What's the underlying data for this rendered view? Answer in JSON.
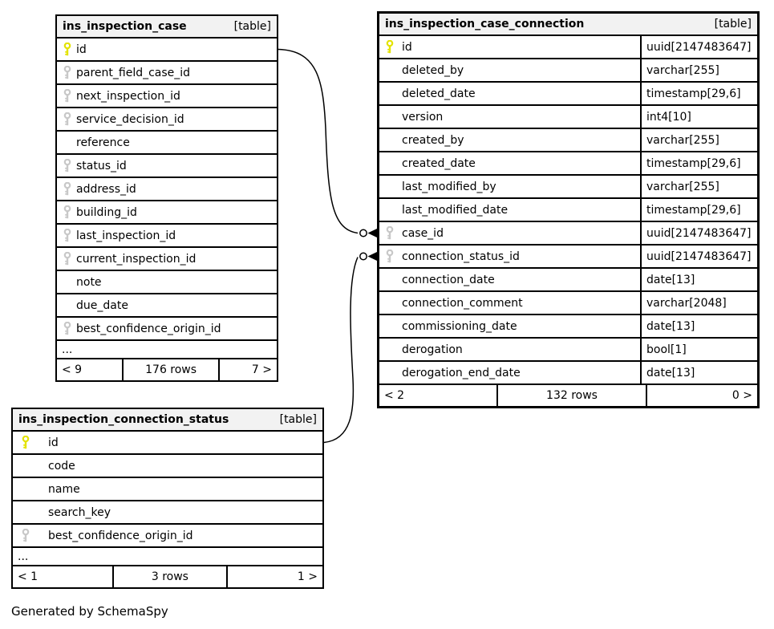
{
  "note": "Generated by SchemaSpy",
  "colors": {
    "primary_key_icon": "#e3e300",
    "foreign_key_icon": "#c8c8c8",
    "header_bg": "#f2f2f2",
    "border": "#000000",
    "row_bg": "#ffffff"
  },
  "tables": [
    {
      "title": "ins_inspection_case",
      "badge": "[table]",
      "columns": [
        {
          "name": "id",
          "key": "pk"
        },
        {
          "name": "parent_field_case_id",
          "key": "fk"
        },
        {
          "name": "next_inspection_id",
          "key": "fk"
        },
        {
          "name": "service_decision_id",
          "key": "fk"
        },
        {
          "name": "reference"
        },
        {
          "name": "status_id",
          "key": "fk"
        },
        {
          "name": "address_id",
          "key": "fk"
        },
        {
          "name": "building_id",
          "key": "fk"
        },
        {
          "name": "last_inspection_id",
          "key": "fk"
        },
        {
          "name": "current_inspection_id",
          "key": "fk"
        },
        {
          "name": "note"
        },
        {
          "name": "due_date"
        },
        {
          "name": "best_confidence_origin_id",
          "key": "fk"
        }
      ],
      "ellipsis": "...",
      "footer": {
        "left": "< 9",
        "center": "176 rows",
        "right": "7 >"
      }
    },
    {
      "title": "ins_inspection_case_connection",
      "badge": "[table]",
      "columns": [
        {
          "name": "id",
          "key": "pk",
          "type": "uuid[2147483647]"
        },
        {
          "name": "deleted_by",
          "type": "varchar[255]"
        },
        {
          "name": "deleted_date",
          "type": "timestamp[29,6]"
        },
        {
          "name": "version",
          "type": "int4[10]"
        },
        {
          "name": "created_by",
          "type": "varchar[255]"
        },
        {
          "name": "created_date",
          "type": "timestamp[29,6]"
        },
        {
          "name": "last_modified_by",
          "type": "varchar[255]"
        },
        {
          "name": "last_modified_date",
          "type": "timestamp[29,6]"
        },
        {
          "name": "case_id",
          "key": "fk",
          "type": "uuid[2147483647]"
        },
        {
          "name": "connection_status_id",
          "key": "fk",
          "type": "uuid[2147483647]"
        },
        {
          "name": "connection_date",
          "type": "date[13]"
        },
        {
          "name": "connection_comment",
          "type": "varchar[2048]"
        },
        {
          "name": "commissioning_date",
          "type": "date[13]"
        },
        {
          "name": "derogation",
          "type": "bool[1]"
        },
        {
          "name": "derogation_end_date",
          "type": "date[13]"
        }
      ],
      "footer": {
        "left": "< 2",
        "center": "132 rows",
        "right": "0 >"
      }
    },
    {
      "title": "ins_inspection_connection_status",
      "badge": "[table]",
      "columns": [
        {
          "name": "id",
          "key": "pk"
        },
        {
          "name": "code"
        },
        {
          "name": "name"
        },
        {
          "name": "search_key"
        },
        {
          "name": "best_confidence_origin_id",
          "key": "fk"
        }
      ],
      "ellipsis": "...",
      "footer": {
        "left": "< 1",
        "center": "3 rows",
        "right": "1 >"
      }
    }
  ],
  "relationships": [
    {
      "from": "ins_inspection_case.id",
      "to": "ins_inspection_case_connection.case_id"
    },
    {
      "from": "ins_inspection_connection_status.id",
      "to": "ins_inspection_case_connection.connection_status_id"
    }
  ]
}
